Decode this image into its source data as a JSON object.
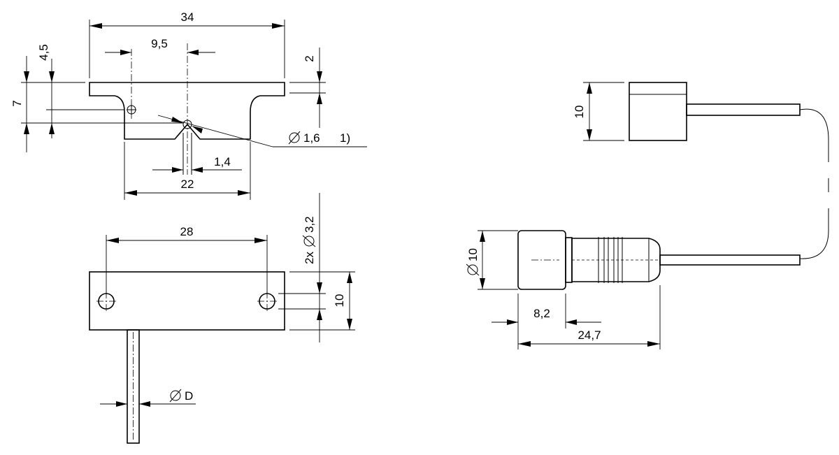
{
  "colors": {
    "line": "#000000",
    "background": "#ffffff"
  },
  "dims": {
    "top_width": "34",
    "hole_offset": "9,5",
    "top_height_small": "4,5",
    "top_height_total": "7",
    "flange_thickness": "2",
    "hole_diameter": "1,6",
    "note_ref": "1)",
    "notch_width": "1,4",
    "base_width": "22",
    "hole_spacing": "28",
    "mount_holes_prefix": "2x",
    "mount_hole_diameter": "3,2",
    "body_height": "10",
    "cable_diameter": "D",
    "right_block_height": "10",
    "cylinder_diameter": "10",
    "cylinder_head_length": "8,2",
    "cylinder_total_length": "24,7"
  }
}
